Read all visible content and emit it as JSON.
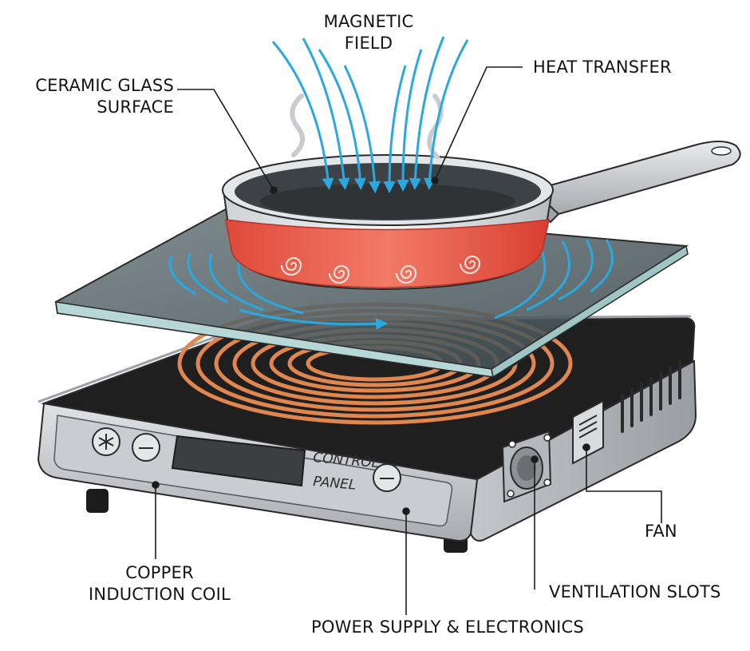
{
  "diagram": {
    "labels": {
      "magnetic_field": [
        "MAGNETIC",
        "FIELD"
      ],
      "heat_transfer": "HEAT TRANSFER",
      "ceramic_glass": [
        "CERAMIC GLASS",
        "SURFACE"
      ],
      "copper_coil": [
        "COPPER",
        "INDUCTION COIL"
      ],
      "power_supply": "POWER SUPPLY & ELECTRONICS",
      "ventilation": "VENTILATION SLOTS",
      "fan": "FAN"
    },
    "panel": {
      "line1": "CONTROL",
      "line2": "PANEL"
    },
    "colors": {
      "field_lines": "#29a9e0",
      "coil": "#e0864f",
      "pan_heat": "#e04a3a",
      "glass": "#5f6f74",
      "housing": "#c9ccd0"
    }
  }
}
